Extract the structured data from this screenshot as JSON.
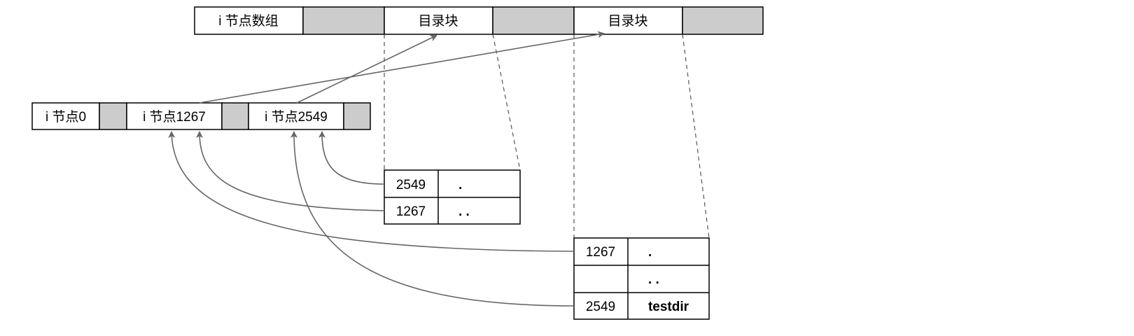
{
  "top_row": {
    "inode_array": "i 节点数组",
    "dir_block_1": "目录块",
    "dir_block_2": "目录块"
  },
  "inode_row": {
    "inode_0": "i 节点0",
    "inode_1267": "i 节点1267",
    "inode_2549": "i 节点2549"
  },
  "dir_table_1": {
    "rows": [
      {
        "inode": "2549",
        "name": "."
      },
      {
        "inode": "1267",
        "name": ". ."
      }
    ]
  },
  "dir_table_2": {
    "rows": [
      {
        "inode": "1267",
        "name": "."
      },
      {
        "inode": "",
        "name": ". ."
      },
      {
        "inode": "2549",
        "name": "testdir"
      }
    ]
  },
  "colors": {
    "gray_cell": "#cccccc",
    "arrow": "#666666"
  }
}
